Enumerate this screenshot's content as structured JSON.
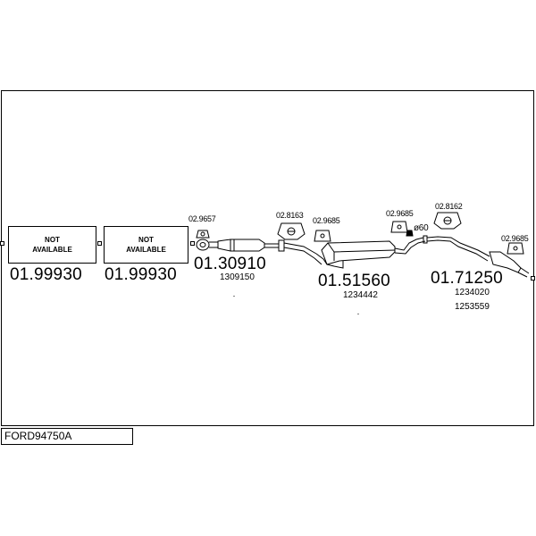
{
  "not_available": {
    "line1": "NOT",
    "line2": "AVAILABLE"
  },
  "parts": {
    "p1": "01.99930",
    "p2": "01.99930",
    "p3": "01.30910",
    "p3_sub": "1309150",
    "p4": "01.51560",
    "p4_sub": "1234442",
    "p5": "01.71250",
    "p5_sub1": "1234020",
    "p5_sub2": "1253559"
  },
  "accessories": {
    "a1": "02.9657",
    "a2": "02.8163",
    "a3": "02.9685",
    "a4": "02.9685",
    "a5": "02.8162",
    "a6": "02.9685",
    "diameter": "ø60"
  },
  "footer": {
    "code": "FORD94750A"
  }
}
